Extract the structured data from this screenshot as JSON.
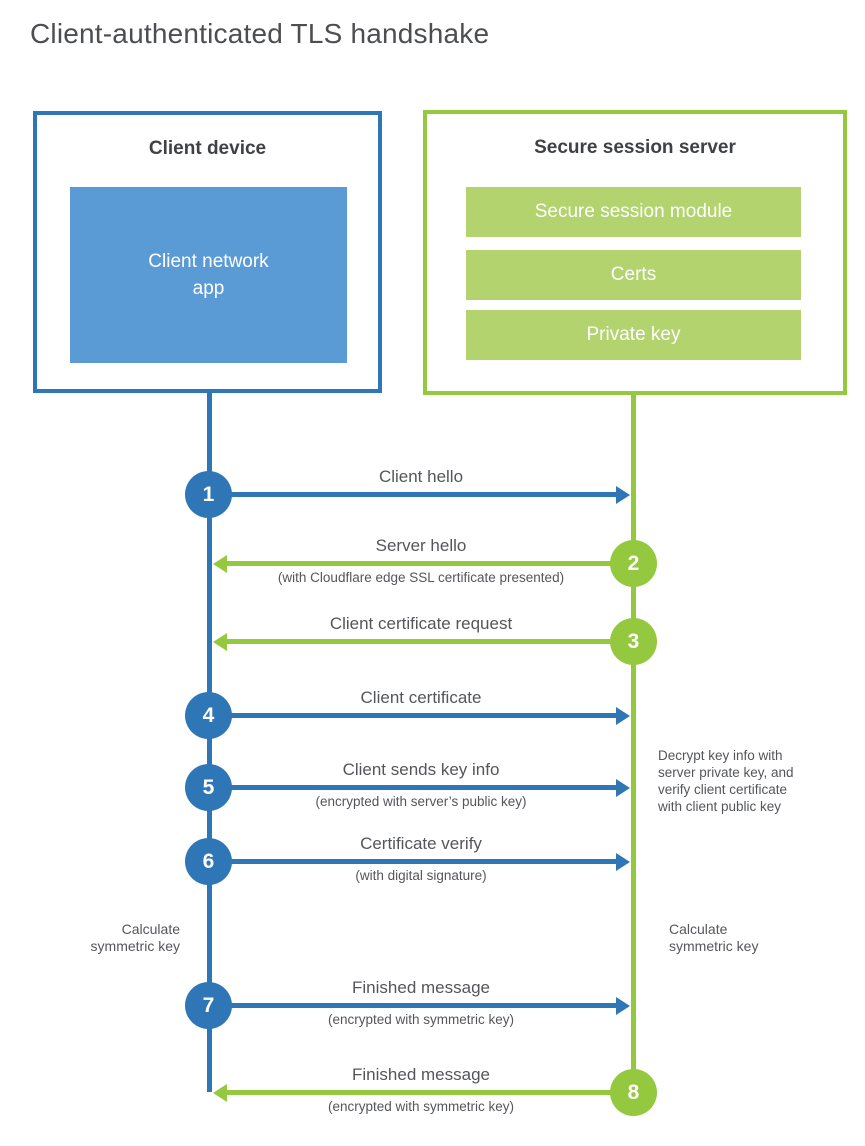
{
  "title": "Client-authenticated TLS handshake",
  "colors": {
    "blue": "#2e76b6",
    "blue_fill": "#5b9bd5",
    "green": "#94c83e",
    "green_fill": "#b2d36e",
    "text_gray": "#54565a",
    "heading_gray": "#3f4144"
  },
  "client": {
    "title": "Client device",
    "app_label": "Client network\napp"
  },
  "server": {
    "title": "Secure session server",
    "modules": [
      "Secure session module",
      "Certs",
      "Private key"
    ]
  },
  "steps": [
    {
      "num": "1",
      "direction": "client-to-server",
      "label": "Client hello",
      "sub": ""
    },
    {
      "num": "2",
      "direction": "server-to-client",
      "label": "Server hello",
      "sub": "(with Cloudflare edge SSL certificate presented)"
    },
    {
      "num": "3",
      "direction": "server-to-client",
      "label": "Client certificate request",
      "sub": ""
    },
    {
      "num": "4",
      "direction": "client-to-server",
      "label": "Client certificate",
      "sub": ""
    },
    {
      "num": "5",
      "direction": "client-to-server",
      "label": "Client sends key info",
      "sub": "(encrypted with server’s public key)"
    },
    {
      "num": "6",
      "direction": "client-to-server",
      "label": "Certificate verify",
      "sub": "(with digital signature)"
    },
    {
      "num": "7",
      "direction": "client-to-server",
      "label": "Finished message",
      "sub": "(encrypted with symmetric key)"
    },
    {
      "num": "8",
      "direction": "server-to-client",
      "label": "Finished message",
      "sub": "(encrypted with symmetric key)"
    }
  ],
  "notes": {
    "client_calculate": "Calculate\nsymmetric key",
    "server_calculate": "Calculate\nsymmetric key",
    "server_decrypt": "Decrypt key info with\nserver private key, and\nverify client certificate\nwith client public key"
  }
}
